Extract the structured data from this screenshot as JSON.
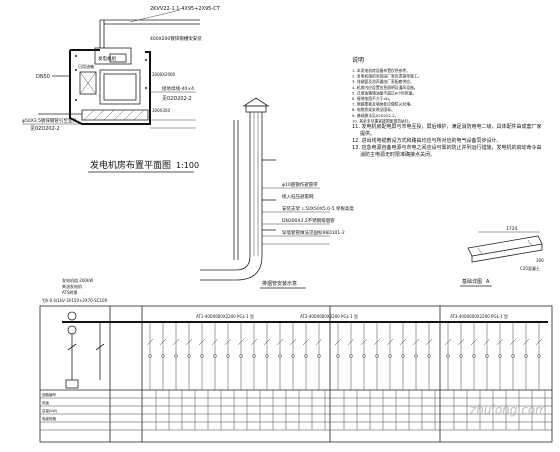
{
  "drawing": {
    "generator_room": {
      "title": "发电机房布置平面图",
      "scale": "1:100",
      "cable_label": "2KVV22-1.1-4X95+2X95-CT",
      "cable_sublabel": "400X200镀锌钢槽架安装",
      "pipe_label": "DN50",
      "room_label": "发电机组",
      "tank_label": "日用油箱",
      "note_right_1": "接地母线-40×4",
      "note_right_2": "见02D202-2",
      "note_bottom_1": "φ50X3.5镀锌钢管引至室外",
      "note_bottom_2": "见02D202-2",
      "dim_1": "2000X2000",
      "dim_2": "300X350"
    },
    "exhaust_detail": {
      "title": "排烟管安装示意",
      "label_1": "φ10圆钢作避雷带",
      "label_2": "接入低压避雷网",
      "label_3": "安装支架 ∟50X50X5.0-5 单根高度",
      "label_4": "DN300X3.2不锈钢排烟管",
      "label_5": "穿墙套管做法见国标98D101-2"
    },
    "notes": {
      "heading": "说明",
      "items": [
        "1. 本发电机房设备布置仅供参考。",
        "2. 发电机组的安装由厂家负责指导施工。",
        "3. 排烟管及消声器由厂家配套供应。",
        "4. 机房内应设置应急照明及通风设施。",
        "5. 日用油箱储油量不超过8小时用量。",
        "6. 接地电阻不大于4Ω。",
        "7. 穿越楼板及墙体处应做防火封堵。",
        "8. 电缆桥架安装见国标。",
        "9. 基础做法见02D202-2。",
        "10. 其余未尽事宜按国家规范执行。",
        "11. 发电机房配电屏与市电互投，屏后维护，满足消防用电二级，具体配件由成套厂家提供。",
        "12. 进出线电缆敷设方式和路由均应与所对应的电气设备同步设计。",
        "13. 应急电源自备电源与市电之间应设可靠的防止并列运行措施，发电机的启动命令由消防主电源无时限准确接点关闭。"
      ]
    },
    "base_detail": {
      "title": "基础详图",
      "label": "A",
      "dim_top": "1724",
      "dim_side": "C20混凝土",
      "dim_r": "300"
    },
    "schematic": {
      "left_header_1": "发电机组 200kW",
      "left_header_2": "柴油发电机",
      "left_header_3": "ATS转换",
      "incoming": "YJV-0.6/1kV-3X150+2X70-SC100",
      "panel_1": "AT1-400X600X2200 PGL-1 型",
      "panel_2": "AT2-400X600X2200 PGL-1 型",
      "panel_3": "AT3-400X600X2200 PGL-1 型",
      "row_labels": [
        "回路编号",
        "用途",
        "容量(kW)",
        "电缆规格"
      ]
    },
    "watermark": "zhulong.com"
  }
}
